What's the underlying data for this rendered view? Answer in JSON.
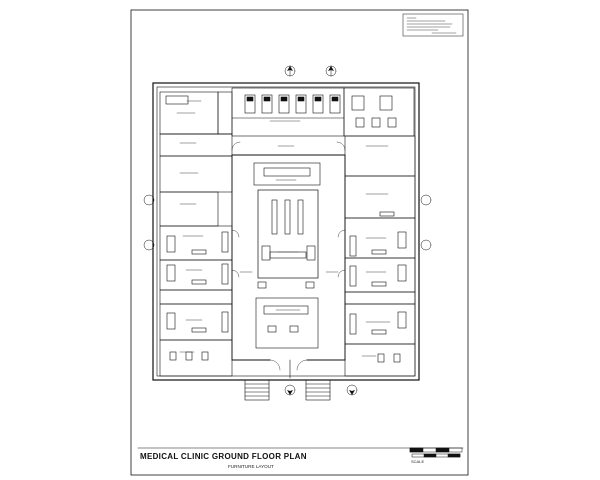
{
  "drawing": {
    "title": "MEDICAL CLINIC GROUND FLOOR PLAN",
    "subtitle": "FURNITURE LAYOUT",
    "scale_label": "SCALE"
  },
  "colors": {
    "line": "#111111",
    "paper": "#ffffff",
    "text": "#111111"
  },
  "icons": [
    "north-arrow-icon",
    "section-marker-icon",
    "scale-bar-icon"
  ]
}
